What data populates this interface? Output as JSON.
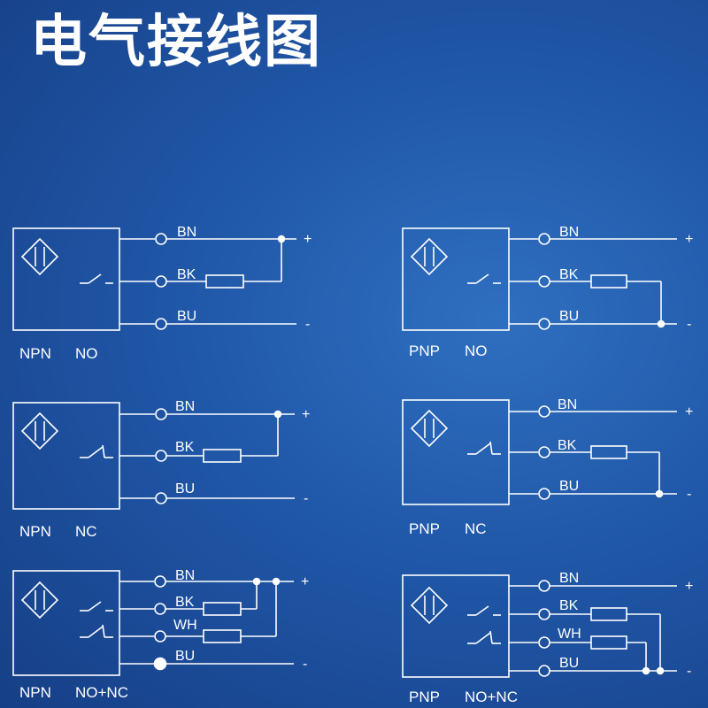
{
  "title": "电气接线图",
  "wire_labels": {
    "brown": "BN",
    "black": "BK",
    "white": "WH",
    "blue": "BU"
  },
  "terminals": {
    "positive": "+",
    "negative": "-"
  },
  "diagrams": [
    {
      "type": "NPN",
      "output": "NO"
    },
    {
      "type": "PNP",
      "output": "NO"
    },
    {
      "type": "NPN",
      "output": "NC"
    },
    {
      "type": "PNP",
      "output": "NC"
    },
    {
      "type": "NPN",
      "output": "NO+NC"
    },
    {
      "type": "PNP",
      "output": "NO+NC"
    }
  ],
  "colors": {
    "background": "#2057a8",
    "line": "#ffffff"
  }
}
